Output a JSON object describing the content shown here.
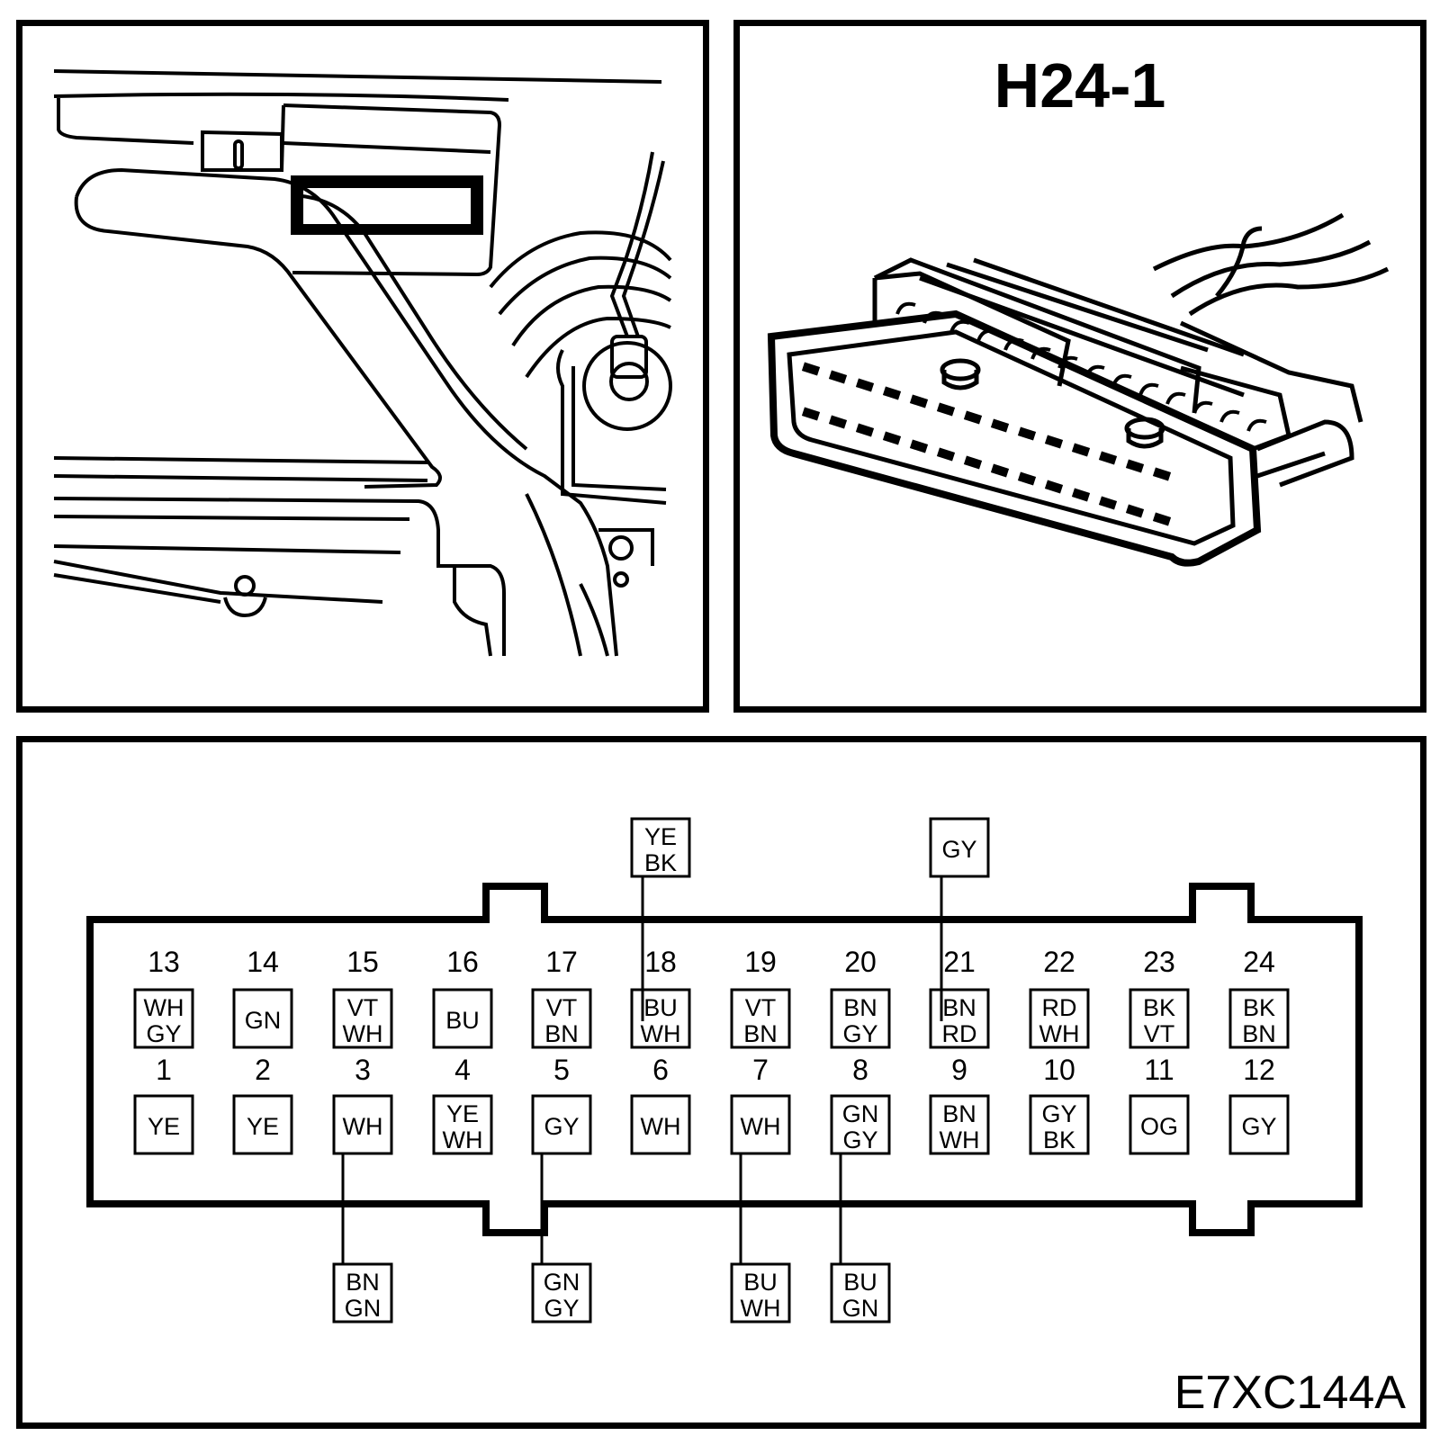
{
  "connector_title": "H24-1",
  "diagram_code": "E7XC144A",
  "pins": [
    {
      "n": "1",
      "c": [
        "YE"
      ]
    },
    {
      "n": "2",
      "c": [
        "YE"
      ]
    },
    {
      "n": "3",
      "c": [
        "WH"
      ]
    },
    {
      "n": "4",
      "c": [
        "YE",
        "WH"
      ]
    },
    {
      "n": "5",
      "c": [
        "GY"
      ]
    },
    {
      "n": "6",
      "c": [
        "WH"
      ]
    },
    {
      "n": "7",
      "c": [
        "WH"
      ]
    },
    {
      "n": "8",
      "c": [
        "GN",
        "GY"
      ]
    },
    {
      "n": "9",
      "c": [
        "BN",
        "WH"
      ]
    },
    {
      "n": "10",
      "c": [
        "GY",
        "BK"
      ]
    },
    {
      "n": "11",
      "c": [
        "OG"
      ]
    },
    {
      "n": "12",
      "c": [
        "GY"
      ]
    },
    {
      "n": "13",
      "c": [
        "WH",
        "GY"
      ]
    },
    {
      "n": "14",
      "c": [
        "GN"
      ]
    },
    {
      "n": "15",
      "c": [
        "VT",
        "WH"
      ]
    },
    {
      "n": "16",
      "c": [
        "BU"
      ]
    },
    {
      "n": "17",
      "c": [
        "VT",
        "BN"
      ]
    },
    {
      "n": "18",
      "c": [
        "BU",
        "WH"
      ]
    },
    {
      "n": "19",
      "c": [
        "VT",
        "BN"
      ]
    },
    {
      "n": "20",
      "c": [
        "BN",
        "GY"
      ]
    },
    {
      "n": "21",
      "c": [
        "BN",
        "RD"
      ]
    },
    {
      "n": "22",
      "c": [
        "RD",
        "WH"
      ]
    },
    {
      "n": "23",
      "c": [
        "BK",
        "VT"
      ]
    },
    {
      "n": "24",
      "c": [
        "BK",
        "BN"
      ]
    }
  ],
  "splices": [
    {
      "pin": "18",
      "side": "top",
      "c": [
        "YE",
        "BK"
      ]
    },
    {
      "pin": "21",
      "side": "top",
      "c": [
        "GY"
      ]
    },
    {
      "pin": "3",
      "side": "bottom",
      "c": [
        "BN",
        "GN"
      ]
    },
    {
      "pin": "5",
      "side": "bottom",
      "c": [
        "GN",
        "GY"
      ]
    },
    {
      "pin": "7",
      "side": "bottom",
      "c": [
        "BU",
        "WH"
      ]
    },
    {
      "pin": "8",
      "side": "bottom",
      "c": [
        "BU",
        "GN"
      ]
    }
  ]
}
